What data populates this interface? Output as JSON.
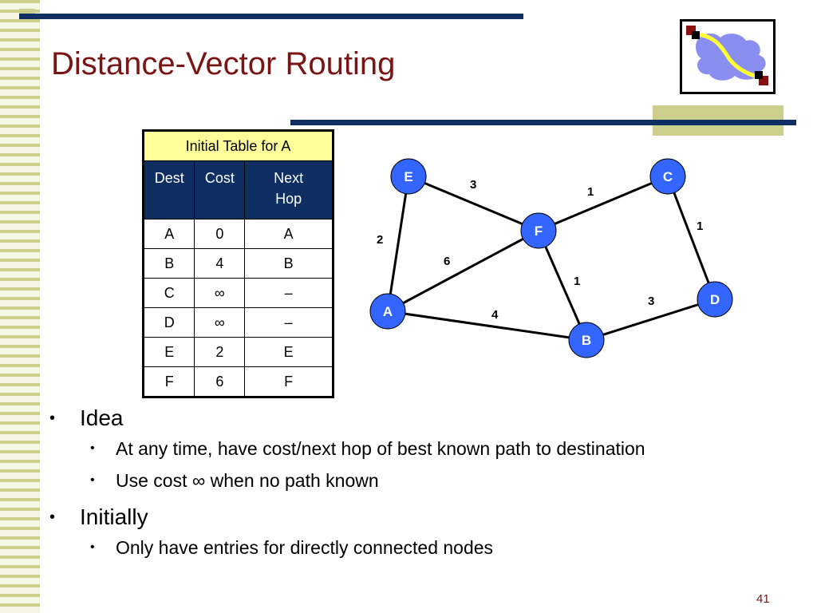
{
  "slide": {
    "title": "Distance-Vector Routing",
    "page_number": "41"
  },
  "colors": {
    "title": "#7b1515",
    "rule": "#0f2f63",
    "accent_olive": "#ccce8c",
    "table_caption_bg": "#ffff99",
    "node_fill": "#3366ff"
  },
  "table": {
    "caption": "Initial Table for A",
    "headers": [
      "Dest",
      "Cost",
      "Next",
      "Hop"
    ],
    "rows": [
      {
        "dest": "A",
        "cost": "0",
        "next": "A"
      },
      {
        "dest": "B",
        "cost": "4",
        "next": "B"
      },
      {
        "dest": "C",
        "cost": "∞",
        "next": "–"
      },
      {
        "dest": "D",
        "cost": "∞",
        "next": "–"
      },
      {
        "dest": "E",
        "cost": "2",
        "next": "E"
      },
      {
        "dest": "F",
        "cost": "6",
        "next": "F"
      }
    ]
  },
  "network": {
    "nodes": [
      "E",
      "C",
      "F",
      "A",
      "D",
      "B"
    ],
    "edges": [
      {
        "from": "E",
        "to": "F",
        "cost": "3"
      },
      {
        "from": "F",
        "to": "C",
        "cost": "1"
      },
      {
        "from": "E",
        "to": "A",
        "cost": "2"
      },
      {
        "from": "C",
        "to": "D",
        "cost": "1"
      },
      {
        "from": "A",
        "to": "F",
        "cost": "6"
      },
      {
        "from": "F",
        "to": "B",
        "cost": "1"
      },
      {
        "from": "B",
        "to": "D",
        "cost": "3"
      },
      {
        "from": "A",
        "to": "B",
        "cost": "4"
      }
    ]
  },
  "bullets": {
    "b1": "Idea",
    "b1_sub1": "At any time, have cost/next hop of best known path to destination",
    "b1_sub2": "Use cost ∞ when no path known",
    "b2": "Initially",
    "b2_sub1": "Only have entries for directly connected nodes",
    "bullet_char": "•"
  }
}
